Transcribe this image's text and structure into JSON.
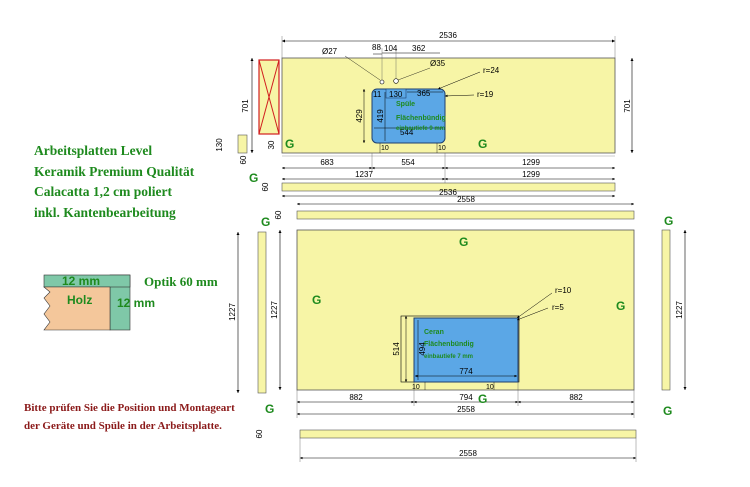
{
  "info": {
    "line1": "Arbeitsplatten Level",
    "line2": "Keramik Premium Qualität",
    "line3": "Calacatta 1,2 cm poliert",
    "line4": "inkl. Kantenbearbeitung"
  },
  "legend": {
    "thickness_top": "12 mm",
    "thickness_side": "12 mm",
    "core": "Holz",
    "optik": "Optik 60 mm"
  },
  "note": {
    "line1": "Bitte prüfen Sie die Position und Montageart",
    "line2": "der Geräte und Spüle in der Arbeitsplatte."
  },
  "marker": "G",
  "colors": {
    "slab": "#f7f5a6",
    "sink": "#5ba7e6",
    "green_text": "#1e8a1e",
    "note_text": "#8b1a1a",
    "edge_red": "#d11f1f",
    "wood": "#f4c79b",
    "stone": "#7fc8a8"
  },
  "top": {
    "width": "2536",
    "depth": "701",
    "depth_right": "701",
    "tap_hole": "Ø27",
    "drain_hole": "Ø35",
    "off_88": "88",
    "off_104": "104",
    "off_362": "362",
    "r24": "r=24",
    "r19": "r=19",
    "sink_w": "544",
    "sink_w_inner": "365",
    "sink_h": "429",
    "sink_h_inner": "419",
    "sink_t1": "11",
    "sink_t2": "130",
    "sink_title": "Spüle",
    "sink_l1": "Flächenbündig",
    "sink_l2": "einbautiefe 9 mm",
    "foot_10a": "10",
    "foot_10b": "10",
    "side_130": "130",
    "side_30": "30",
    "d683": "683",
    "d554": "554",
    "d1299a": "1299",
    "d1237": "1237",
    "d1299b": "1299",
    "strip_60": "60",
    "strip_60b": "60",
    "strip_w": "2536",
    "strip_w2": "2558",
    "strip_60c": "60"
  },
  "bottom": {
    "width": "2558",
    "depth": "1227",
    "depth_left": "1227",
    "depth_right": "1227",
    "r10": "r=10",
    "r5": "r=5",
    "cook_title": "Ceran",
    "cook_l1": "Flächenbündig",
    "cook_l2": "einbautiefe 7 mm",
    "cook_w": "774",
    "cook_h": "514",
    "cook_h_inner": "494",
    "foot_10a": "10",
    "foot_10b": "10",
    "d882a": "882",
    "d794": "794",
    "d882b": "882",
    "strip_60": "60",
    "strip_w": "2558"
  }
}
